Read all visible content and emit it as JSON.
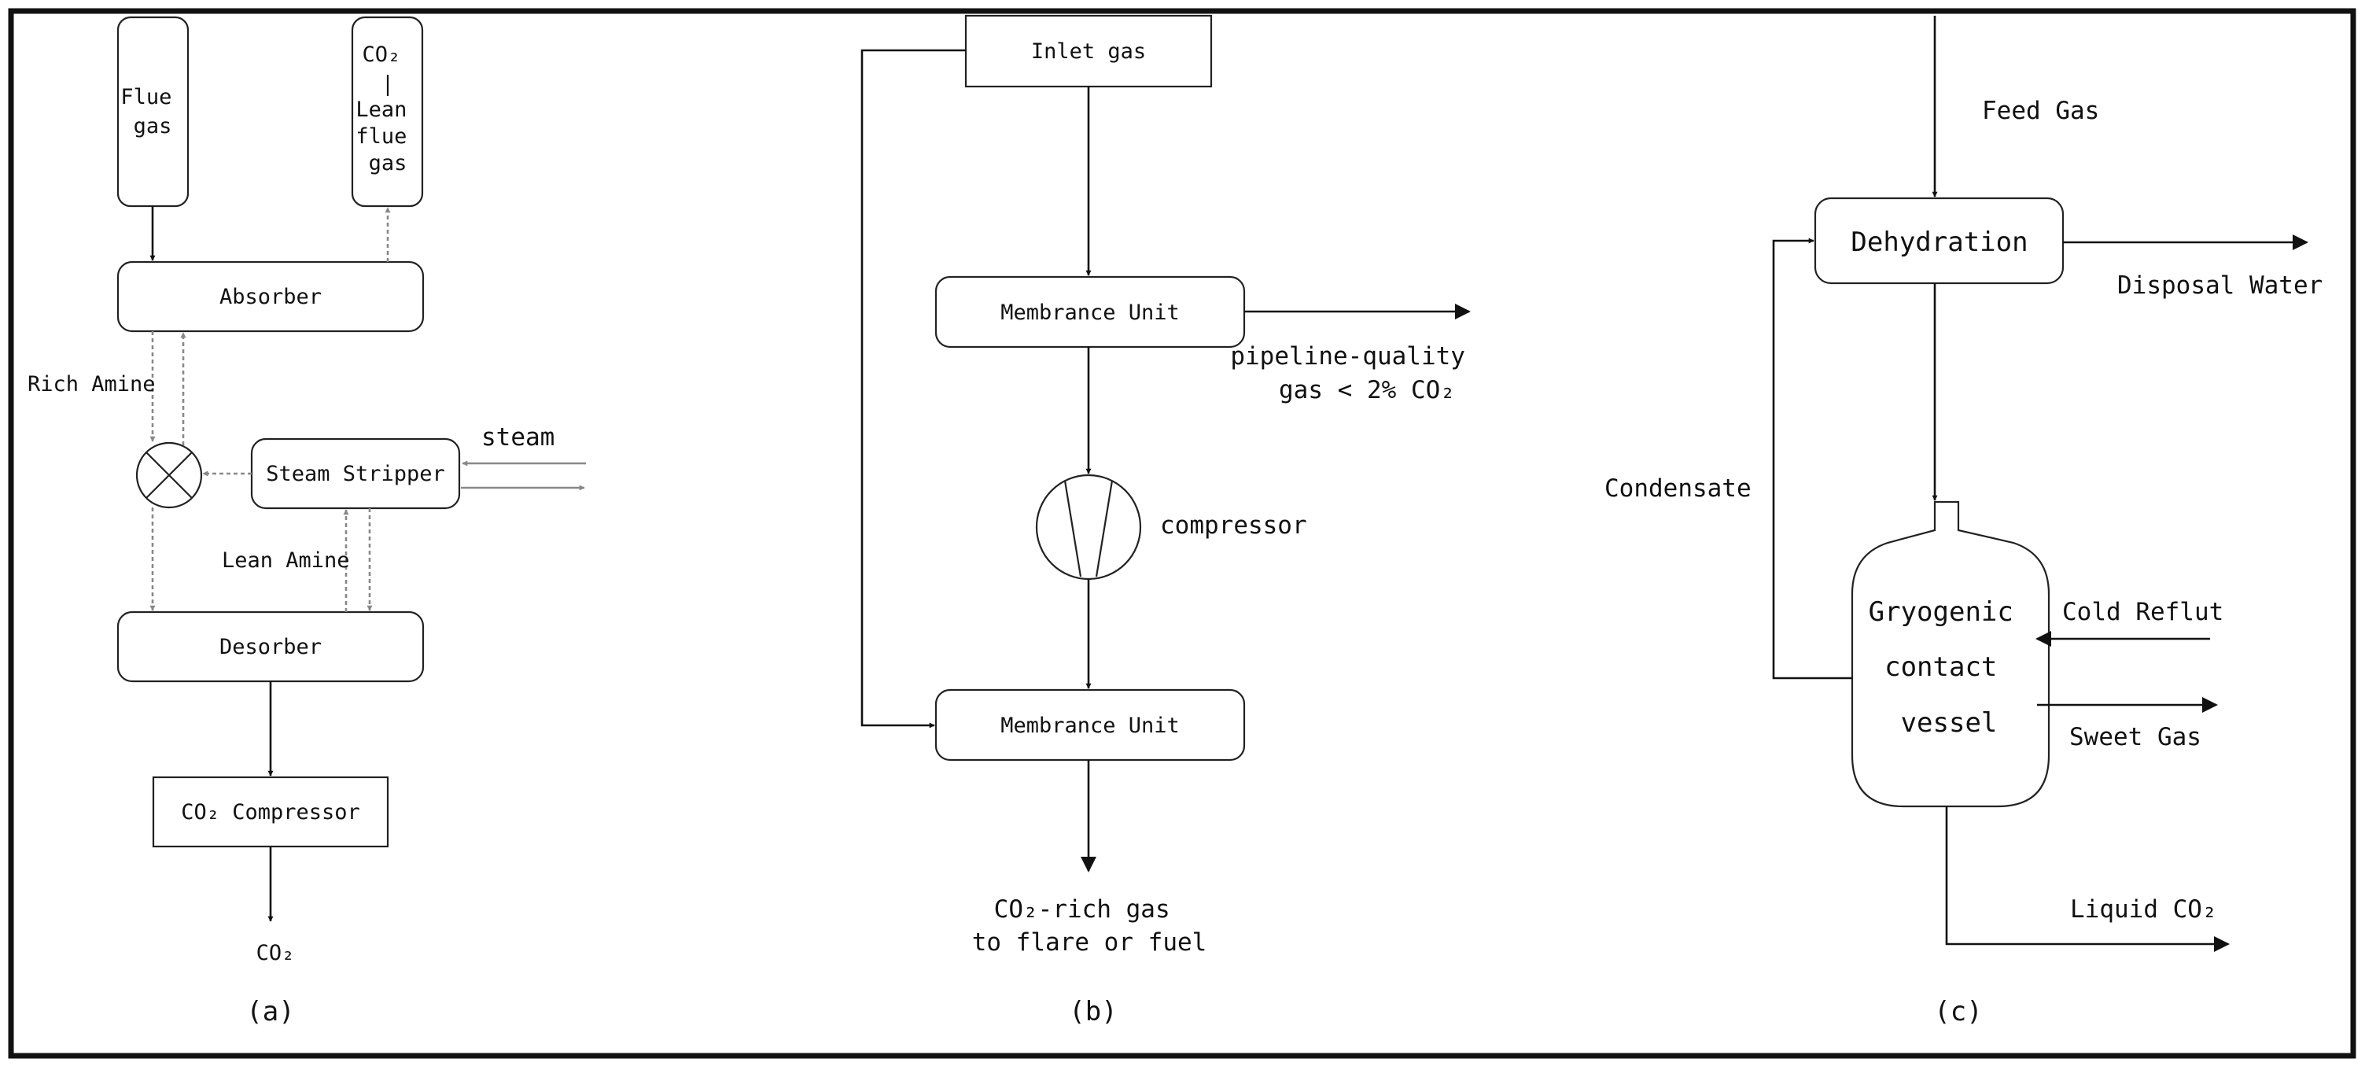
{
  "panel_a": {
    "flue_gas": [
      "Flue",
      "gas"
    ],
    "co2_lean": [
      "CO₂",
      "Lean",
      "flue",
      "gas"
    ],
    "absorber": "Absorber",
    "rich_amine": "Rich Amine",
    "steam_stripper": "Steam Stripper",
    "steam": "steam",
    "lean_amine": "Lean Amine",
    "desorber": "Desorber",
    "co2_compressor": "CO₂ Compressor",
    "co2_out": "CO₂",
    "caption": "(a)"
  },
  "panel_b": {
    "inlet_gas": "Inlet gas",
    "membrane_unit_1": "Membrance Unit",
    "pipeline_quality": [
      "pipeline-quality",
      "gas < 2% CO₂"
    ],
    "compressor": "compressor",
    "membrane_unit_2": "Membrance Unit",
    "co2_rich": [
      "CO₂-rich gas",
      "to flare or fuel"
    ],
    "caption": "(b)"
  },
  "panel_c": {
    "feed_gas": "Feed Gas",
    "dehydration": "Dehydration",
    "disposal_water": "Disposal Water",
    "condensate": "Condensate",
    "vessel": [
      "Gryogenic",
      "contact",
      "vessel"
    ],
    "cold_reflut": "Cold Reflut",
    "sweet_gas": "Sweet Gas",
    "liquid_co2": "Liquid CO₂",
    "caption": "(c)"
  },
  "colors": {
    "line": "#111111",
    "recycle_line": "#888888",
    "frame": "#111111"
  }
}
